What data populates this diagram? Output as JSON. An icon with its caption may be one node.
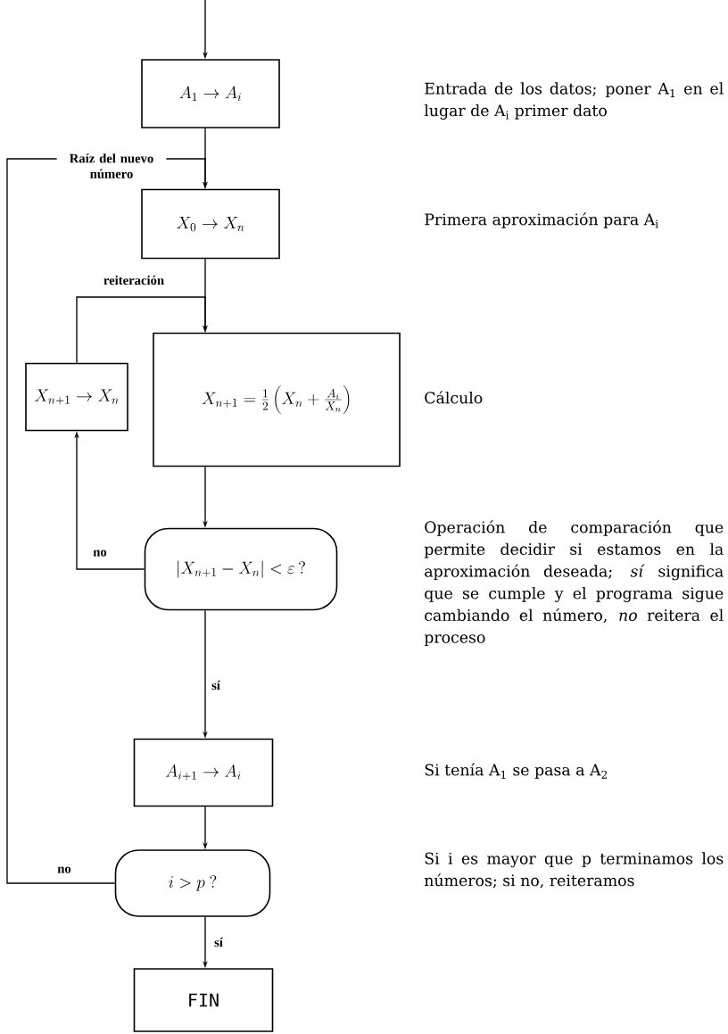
{
  "diagram": {
    "nodes": [
      {
        "text": [
          "A_1 \\rightarrow A_i"
        ]
      },
      {
        "text": [
          "X_0 \\rightarrow X_n"
        ]
      },
      {
        "text": [
          "X_{n+1} \\rightarrow X_n"
        ]
      },
      {
        "text": [
          "X_{n+1} = \\frac{1}{2}\\left(X_n + \\frac{A_i}{X_n}\\right)"
        ]
      },
      {
        "text": [
          "\\left|X_{n+1} - X_n\\right| < \\varepsilon\\,?"
        ]
      },
      {
        "text": [
          "A_{i+1} \\rightarrow A_i"
        ]
      },
      {
        "text": [
          "i > p\\ ?"
        ]
      },
      {
        "text": [
          "FIN"
        ]
      }
    ],
    "edges": [
      {
        "from": null,
        "to": 0,
        "arrow": "to"
      },
      {
        "from": 0,
        "to": 1,
        "arrow": "to"
      },
      {
        "from": 1,
        "to": 3,
        "arrow": "to"
      },
      {
        "from": 2,
        "to": 3,
        "arrow": "to",
        "label": "reiteración"
      },
      {
        "from": 3,
        "to": 4,
        "arrow": "to"
      },
      {
        "from": 4,
        "to": 2,
        "arrow": "to",
        "label": "no"
      },
      {
        "from": 4,
        "to": 5,
        "arrow": "to",
        "label": "sí"
      },
      {
        "from": 5,
        "to": 6,
        "arrow": "to"
      },
      {
        "from": 6,
        "to": 1,
        "arrow": "to",
        "label": "no"
      },
      {
        "from": 6,
        "to": 7,
        "arrow": "to",
        "label": "sí"
      }
    ],
    "labels": [
      "Entrada de los datos; poner A$_{1}$ en el lugar de A$_{i}$ primer dato",
      "Raíz del nuevo número",
      "Primera aproximación para A$_{i}$",
      "Cálculo",
      "Operación de comparación que permite decidir si estamos en la aproximación deseada; *sí* significa que se cumple y el programa sigue cambiando el número, *no* reitera el proceso",
      "Si tenía A$_{1}$ se pasa a A$_{2}$",
      "Si i es mayor que p terminamos los números; si no, reiteramos"
    ]
  }
}
